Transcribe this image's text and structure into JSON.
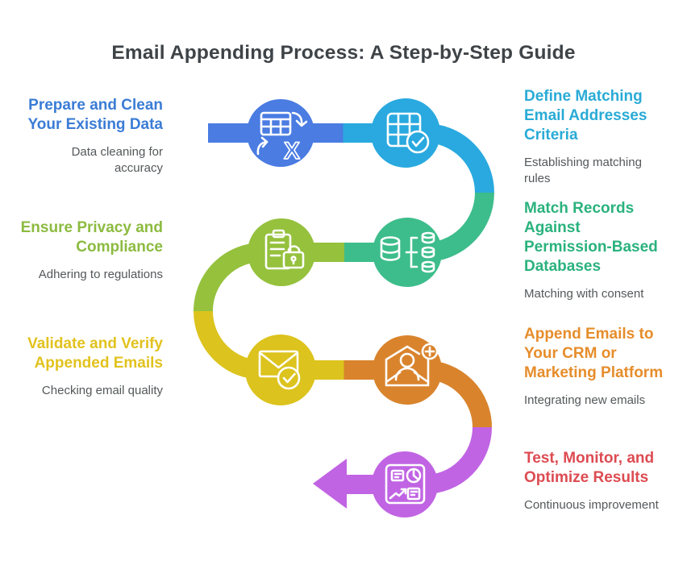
{
  "title": "Email Appending Process: A Step-by-Step Guide",
  "colors": {
    "title_text": "#3e4347",
    "subtitle_text": "#54585a",
    "step1_blue": "#4a7ce2",
    "step2_cyan": "#29a9df",
    "step3_lime": "#95c13d",
    "step4_green": "#3dbd8b",
    "step5_yellow": "#dcc31d",
    "step6_orange": "#d9842d",
    "step7_purple": "#c064e3",
    "label_blue": "#3b7cd5",
    "label_cyan": "#29abd6",
    "label_lime": "#8cbb40",
    "label_green": "#2ab27d",
    "label_yellow": "#e2c21d",
    "label_orange": "#e68d2b",
    "label_red": "#dd4b52"
  },
  "steps_left": [
    {
      "heading": "Prepare and Clean\nYour Existing Data",
      "subtitle": "Data cleaning for\naccuracy"
    },
    {
      "heading": "Ensure Privacy and\nCompliance",
      "subtitle": "Adhering to regulations"
    },
    {
      "heading": "Validate and Verify\nAppended Emails",
      "subtitle": "Checking email quality"
    }
  ],
  "steps_right": [
    {
      "heading": "Define Matching\nEmail Addresses\nCriteria",
      "subtitle": "Establishing matching\nrules"
    },
    {
      "heading": "Match Records\nAgainst\nPermission-Based\nDatabases",
      "subtitle": "Matching with consent"
    },
    {
      "heading": "Append Emails to\nYour CRM or\nMarketing Platform",
      "subtitle": "Integrating new emails"
    },
    {
      "heading": "Test, Monitor, and\nOptimize Results",
      "subtitle": "Continuous improvement"
    }
  ],
  "icons": {
    "step1": "table-clean-icon",
    "step2": "grid-check-icon",
    "step3": "clipboard-lock-icon",
    "step4": "database-match-icon",
    "step5": "email-check-icon",
    "step6": "contact-add-email-icon",
    "step7": "report-dashboard-icon"
  }
}
